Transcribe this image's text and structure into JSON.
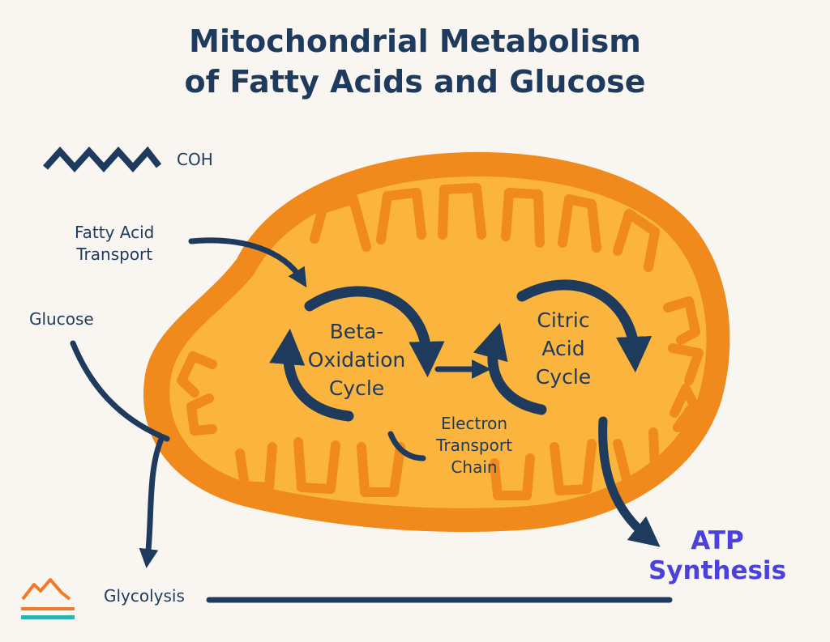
{
  "title": {
    "line1": "Mitochondrial Metabolism",
    "line2": "of Fatty Acids and Glucose"
  },
  "legend": {
    "icon": "zigzag-chain-icon",
    "label": "COH"
  },
  "labels": {
    "fatty_acid_line1": "Fatty Acid",
    "fatty_acid_line2": "Transport",
    "glucose": "Glucose",
    "glycolysis": "Glycolysis",
    "beta_line1": "Beta-",
    "beta_line2": "Oxidation",
    "beta_line3": "Cycle",
    "citric_line1": "Citric",
    "citric_line2": "Acid",
    "citric_line3": "Cycle",
    "etc_line1": "Electron",
    "etc_line2": "Transport",
    "etc_line3": "Chain",
    "atp_line1": "ATP",
    "atp_line2": "Synthesis"
  },
  "logo": "mountain-logo-icon",
  "colors": {
    "navy": "#1e3a5c",
    "orange_outer": "#f08a1c",
    "orange_inner": "#fbb53f",
    "atp_purple": "#4b41dd",
    "logo_orange": "#f07a2a",
    "logo_teal": "#2bb3b0"
  }
}
